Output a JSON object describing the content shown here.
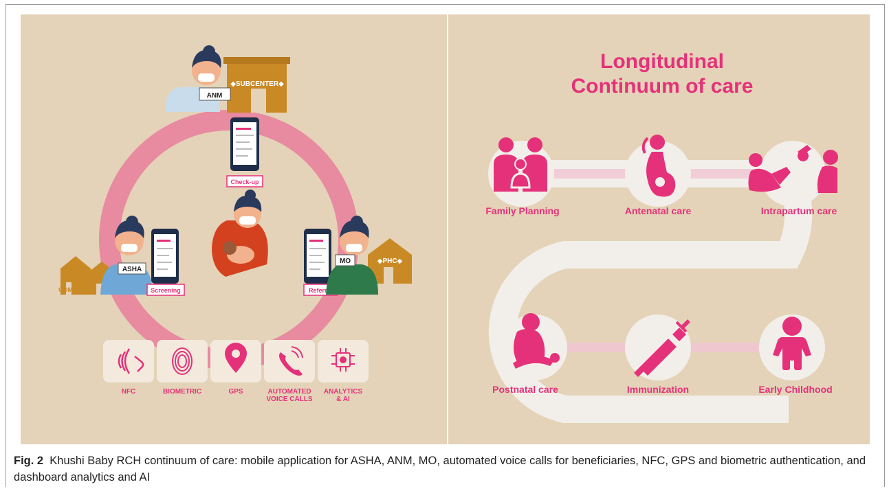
{
  "left": {
    "labels": {
      "subcenter": "◆SUBCENTER◆",
      "anm": "ANM",
      "asha": "ASHA",
      "mo": "MO",
      "phc": "◆PHC◆",
      "community": "COMMUNITY",
      "checkup": "Check-up",
      "screening": "Screening",
      "referral": "Referral"
    },
    "features": [
      {
        "label": "NFC",
        "icon": "nfc-icon"
      },
      {
        "label": "BIOMETRIC",
        "icon": "fingerprint-icon"
      },
      {
        "label": "GPS",
        "icon": "location-pin-icon"
      },
      {
        "label": "AUTOMATED",
        "label2": "VOICE CALLS",
        "icon": "phone-call-icon"
      },
      {
        "label": "ANALYTICS",
        "label2": "& AI",
        "icon": "ai-chip-icon"
      }
    ]
  },
  "right": {
    "title_line1": "Longitudinal",
    "title_line2": "Continuum of care",
    "stages": [
      {
        "label": "Family Planning",
        "icon": "family-icon"
      },
      {
        "label": "Antenatal care",
        "icon": "pregnant-woman-icon"
      },
      {
        "label": "Intrapartum care",
        "icon": "childbirth-icon"
      },
      {
        "label": "Postnatal care",
        "icon": "mother-baby-icon"
      },
      {
        "label": "Immunization",
        "icon": "syringe-icon"
      },
      {
        "label": "Early Childhood",
        "icon": "baby-icon"
      }
    ]
  },
  "caption": {
    "fig": "Fig. 2",
    "text": "Khushi Baby RCH continuum of care: mobile application for ASHA, ANM, MO, automated voice calls for beneficiaries, NFC, GPS and biometric authentication, and dashboard analytics and AI"
  },
  "colors": {
    "background": "#e4d3b8",
    "pink": "#e5317a",
    "ring": "#e88aa0",
    "building": "#c98a25",
    "road": "#f2efea"
  }
}
